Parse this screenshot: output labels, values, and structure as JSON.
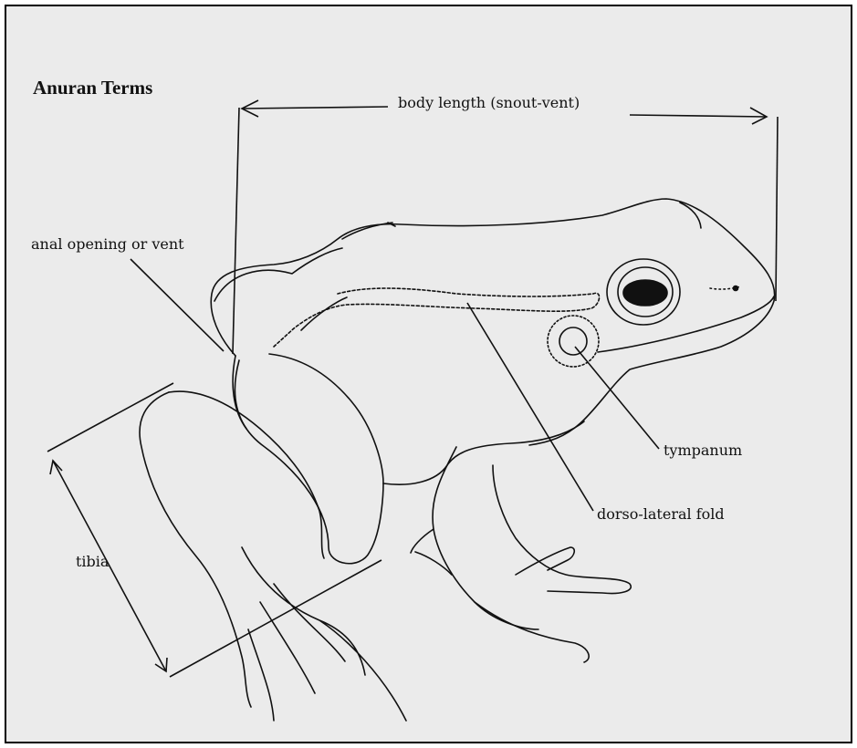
{
  "title": "Anuran Terms",
  "labels": {
    "body_length": "body length (snout-vent)",
    "anal_opening": "anal opening or vent",
    "tibia": "tibia",
    "tympanum": "tympanum",
    "dorso_lateral_fold": "dorso-lateral fold"
  },
  "colors": {
    "paper": "#ebebeb",
    "ink": "#111111"
  }
}
